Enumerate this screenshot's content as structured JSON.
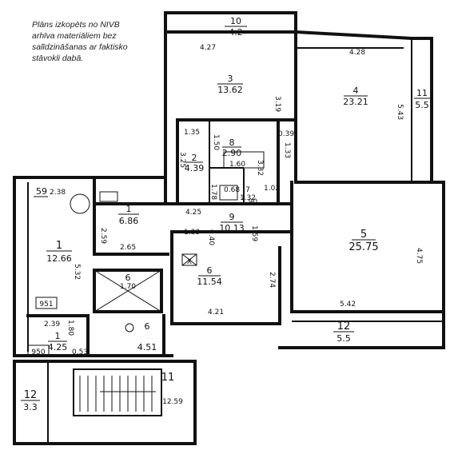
{
  "note": {
    "lines": [
      "Plāns izkopēts no NIVB",
      "arhīva materiāliem bez",
      "salīdzināšanas ar faktisko",
      "stāvokli dabā."
    ]
  },
  "rooms": [
    {
      "id": "10-top",
      "number": "10",
      "area": "4.2"
    },
    {
      "id": "3",
      "number": "3",
      "area": "13.62"
    },
    {
      "id": "4",
      "number": "4",
      "area": "23.21"
    },
    {
      "id": "11-right",
      "number": "11",
      "area": "5.5"
    },
    {
      "id": "2",
      "number": "2",
      "area": "4.39"
    },
    {
      "id": "8",
      "number": "8",
      "area": "2.90"
    },
    {
      "id": "7",
      "number": "7",
      "area": "1.32"
    },
    {
      "id": "1-kitchen",
      "number": "1",
      "area": "6.86"
    },
    {
      "id": "9",
      "number": "9",
      "area": "10.13"
    },
    {
      "id": "5",
      "number": "5",
      "area": "25.75"
    },
    {
      "id": "1-left",
      "number": "1",
      "area": "12.66"
    },
    {
      "id": "6-room",
      "number": "6",
      "area": "11.54"
    },
    {
      "id": "6-lift",
      "number": "6",
      "area": "1.70"
    },
    {
      "id": "1-small",
      "number": "1",
      "area": "4.25"
    },
    {
      "id": "6-small",
      "number": "6",
      "area": "4.51"
    },
    {
      "id": "12-bottom",
      "number": "12",
      "area": "5.5"
    },
    {
      "id": "12-left",
      "number": "12",
      "area": "3.3"
    },
    {
      "id": "11-stair",
      "number": "11",
      "area": "12.59"
    }
  ],
  "labels": {
    "59": "59",
    "951": "951",
    "950": "950",
    "x": "X"
  },
  "dimensions": [
    "4.27",
    "4.28",
    "3.19",
    "5.43",
    "1.35",
    "0.39",
    "1.50",
    "1.33",
    "3.25",
    "3.32",
    "1.60",
    "1.78",
    "0.68",
    "1.90",
    "1.02",
    "2.38",
    "2.59",
    "4.25",
    "2.65",
    "1.33",
    "0.40",
    "1.59",
    "4.75",
    "5.32",
    "2.74",
    "4.21",
    "5.42",
    "2.39",
    "1.80",
    "0.53"
  ]
}
